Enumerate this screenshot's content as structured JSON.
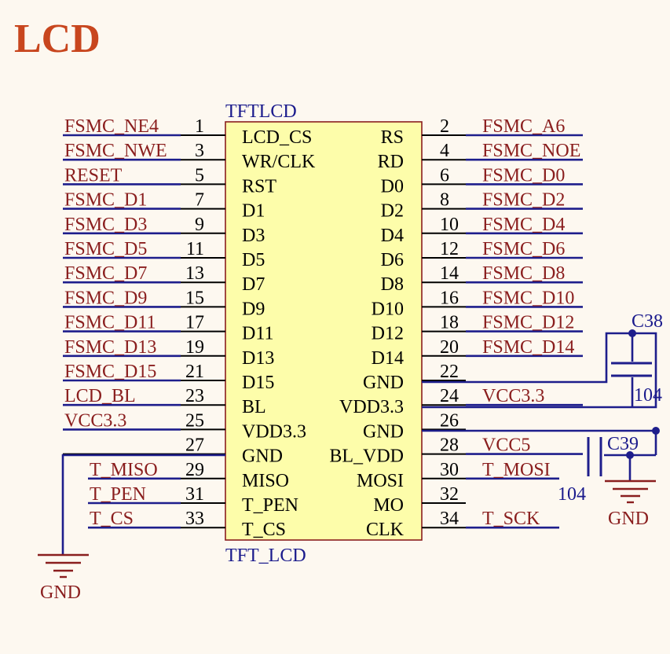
{
  "title": "LCD",
  "component": {
    "designator": "TFTLCD",
    "name": "TFT_LCD"
  },
  "left_pins": [
    {
      "net": "FSMC_NE4",
      "num": "1",
      "label": "LCD_CS"
    },
    {
      "net": "FSMC_NWE",
      "num": "3",
      "label": "WR/CLK"
    },
    {
      "net": "RESET",
      "num": "5",
      "label": "RST"
    },
    {
      "net": "FSMC_D1",
      "num": "7",
      "label": "D1"
    },
    {
      "net": "FSMC_D3",
      "num": "9",
      "label": "D3"
    },
    {
      "net": "FSMC_D5",
      "num": "11",
      "label": "D5"
    },
    {
      "net": "FSMC_D7",
      "num": "13",
      "label": "D7"
    },
    {
      "net": "FSMC_D9",
      "num": "15",
      "label": "D9"
    },
    {
      "net": "FSMC_D11",
      "num": "17",
      "label": "D11"
    },
    {
      "net": "FSMC_D13",
      "num": "19",
      "label": "D13"
    },
    {
      "net": "FSMC_D15",
      "num": "21",
      "label": "D15"
    },
    {
      "net": "LCD_BL",
      "num": "23",
      "label": "BL"
    },
    {
      "net": "VCC3.3",
      "num": "25",
      "label": "VDD3.3"
    },
    {
      "net": "",
      "num": "27",
      "label": "GND"
    },
    {
      "net": "T_MISO",
      "num": "29",
      "label": "MISO"
    },
    {
      "net": "T_PEN",
      "num": "31",
      "label": "T_PEN"
    },
    {
      "net": "T_CS",
      "num": "33",
      "label": "T_CS"
    }
  ],
  "right_pins": [
    {
      "net": "FSMC_A6",
      "num": "2",
      "label": "RS"
    },
    {
      "net": "FSMC_NOE",
      "num": "4",
      "label": "RD"
    },
    {
      "net": "FSMC_D0",
      "num": "6",
      "label": "D0"
    },
    {
      "net": "FSMC_D2",
      "num": "8",
      "label": "D2"
    },
    {
      "net": "FSMC_D4",
      "num": "10",
      "label": "D4"
    },
    {
      "net": "FSMC_D6",
      "num": "12",
      "label": "D6"
    },
    {
      "net": "FSMC_D8",
      "num": "14",
      "label": "D8"
    },
    {
      "net": "FSMC_D10",
      "num": "16",
      "label": "D10"
    },
    {
      "net": "FSMC_D12",
      "num": "18",
      "label": "D12"
    },
    {
      "net": "FSMC_D14",
      "num": "20",
      "label": "D14"
    },
    {
      "net": "",
      "num": "22",
      "label": "GND"
    },
    {
      "net": "VCC3.3",
      "num": "24",
      "label": "VDD3.3"
    },
    {
      "net": "",
      "num": "26",
      "label": "GND"
    },
    {
      "net": "VCC5",
      "num": "28",
      "label": "BL_VDD"
    },
    {
      "net": "T_MOSI",
      "num": "30",
      "label": "MOSI"
    },
    {
      "net": "",
      "num": "32",
      "label": "MO"
    },
    {
      "net": "T_SCK",
      "num": "34",
      "label": "CLK"
    }
  ],
  "capacitors": [
    {
      "designator": "C38",
      "value": "104"
    },
    {
      "designator": "C39",
      "value": "104"
    }
  ],
  "gnd_label": "GND",
  "gnd_label_right": "GND"
}
